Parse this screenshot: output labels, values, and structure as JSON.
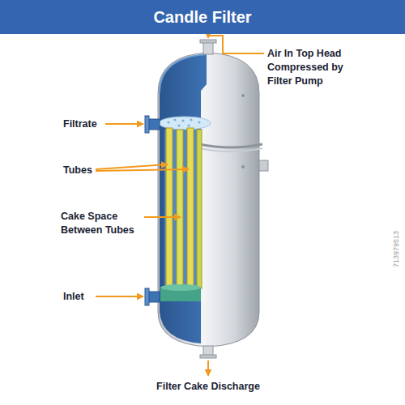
{
  "diagram": {
    "title": "Candle Filter",
    "labels": [
      "Air In Top Head Compressed by Filter Pump",
      "Filtrate",
      "Tubes",
      "Cake Space Between Tubes",
      "Inlet",
      "Filter Cake Discharge",
      "713979513"
    ]
  }
}
